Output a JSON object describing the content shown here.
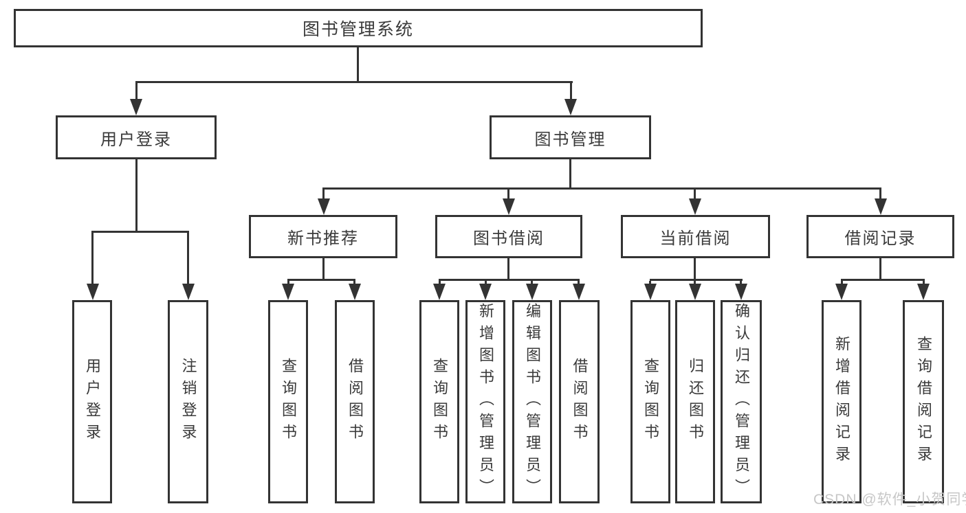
{
  "diagram": {
    "root": {
      "label": "图书管理系统"
    },
    "level2": [
      {
        "label": "用户登录"
      },
      {
        "label": "图书管理"
      }
    ],
    "level3": [
      {
        "label": "新书推荐"
      },
      {
        "label": "图书借阅"
      },
      {
        "label": "当前借阅"
      },
      {
        "label": "借阅记录"
      }
    ],
    "leaves": {
      "user_login": [
        {
          "label": "用户登录"
        },
        {
          "label": "注销登录"
        }
      ],
      "new_book": [
        {
          "label": "查询图书"
        },
        {
          "label": "借阅图书"
        }
      ],
      "book_borrow": [
        {
          "label": "查询图书"
        },
        {
          "label": "新增图书（管理员）"
        },
        {
          "label": "编辑图书（管理员）"
        },
        {
          "label": "借阅图书"
        }
      ],
      "current_borrow": [
        {
          "label": "查询图书"
        },
        {
          "label": "归还图书"
        },
        {
          "label": "确认归还（管理员）"
        }
      ],
      "records": [
        {
          "label": "新增借阅记录"
        },
        {
          "label": "查询借阅记录"
        }
      ]
    },
    "watermark": {
      "text": "CSDN @软件_小贺同学"
    },
    "colors": {
      "line": "#333333",
      "text": "#3a3a3a",
      "watermark": "#c7c7c7",
      "background": "#ffffff"
    }
  }
}
